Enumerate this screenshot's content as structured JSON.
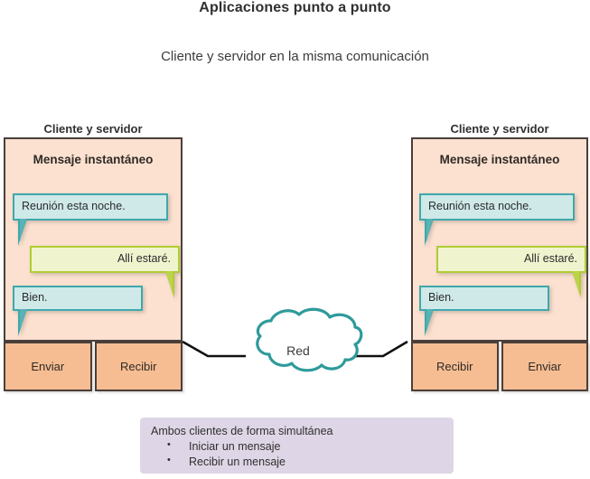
{
  "title": "Aplicaciones punto a punto",
  "subtitle": "Cliente y servidor en la misma comunicación",
  "panels": {
    "left": {
      "header": "Cliente y servidor",
      "app_title": "Mensaje instantáneo",
      "messages": [
        {
          "text": "Reunión esta noche.",
          "style": "teal"
        },
        {
          "text": "Allí estaré.",
          "style": "green"
        },
        {
          "text": "Bien.",
          "style": "teal"
        }
      ],
      "buttons": [
        "Enviar",
        "Recibir"
      ]
    },
    "right": {
      "header": "Cliente y servidor",
      "app_title": "Mensaje instantáneo",
      "messages": [
        {
          "text": "Reunión esta noche.",
          "style": "teal"
        },
        {
          "text": "Allí estaré.",
          "style": "green"
        },
        {
          "text": "Bien.",
          "style": "teal"
        }
      ],
      "buttons": [
        "Recibir",
        "Enviar"
      ]
    }
  },
  "network": {
    "label": "Red"
  },
  "note": {
    "title": "Ambos clientes de forma simultánea",
    "items": [
      "Iniciar un mensaje",
      "Recibir un mensaje"
    ]
  },
  "colors": {
    "panel_fill": "#fce1d0",
    "panel_border": "#4a3f3a",
    "button_fill": "#f6bd93",
    "teal_bubble_fill": "#cfe9e9",
    "teal_bubble_border": "#3fa8ab",
    "green_bubble_fill": "#f0f4ce",
    "green_bubble_border": "#b0cc33",
    "cloud_stroke": "#2f9a9a",
    "note_fill": "#ded6e6",
    "link_line": "#111111"
  }
}
